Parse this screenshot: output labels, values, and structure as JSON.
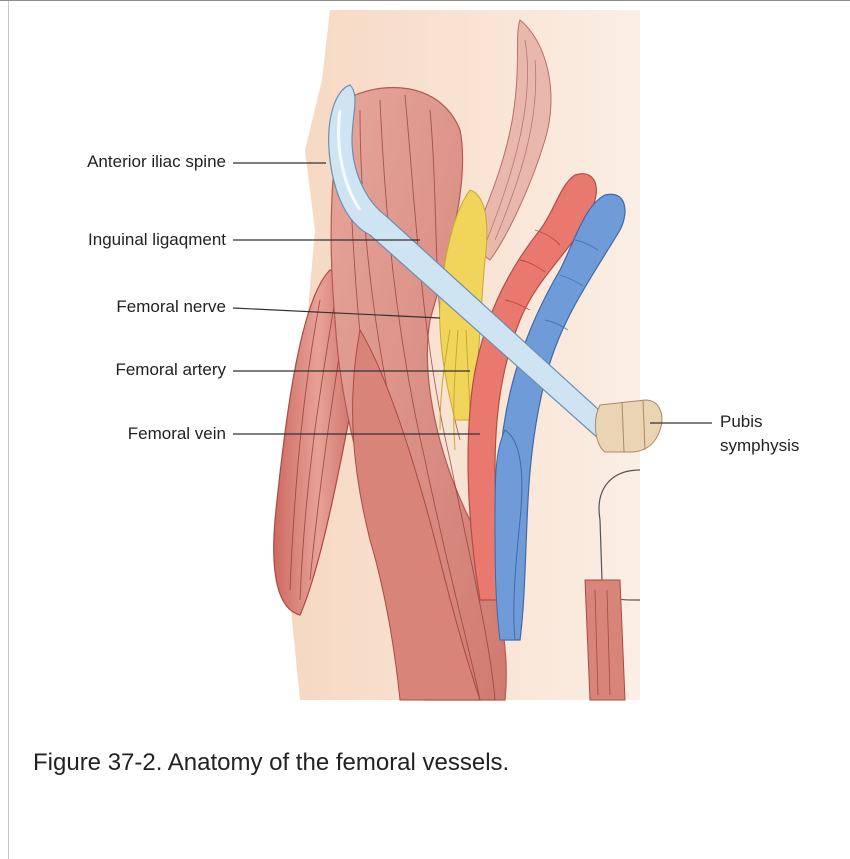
{
  "figure": {
    "labels": {
      "anterior_iliac_spine": "Anterior iliac spine",
      "inguinal_ligament": "Inguinal ligaqment",
      "femoral_nerve": "Femoral nerve",
      "femoral_artery": "Femoral artery",
      "femoral_vein": "Femoral vein",
      "pubis_line1": "Pubis",
      "pubis_line2": "symphysis"
    },
    "colors": {
      "skin": "#f6dcc6",
      "muscle": "#e3998f",
      "muscle_dark": "#c85e56",
      "artery": "#e9786e",
      "vein": "#6f9bd8",
      "nerve": "#f1d55a",
      "ligament": "#cfe4f3",
      "bone": "#ead4b4"
    }
  },
  "caption": "Figure 37-2. Anatomy of the femoral vessels."
}
